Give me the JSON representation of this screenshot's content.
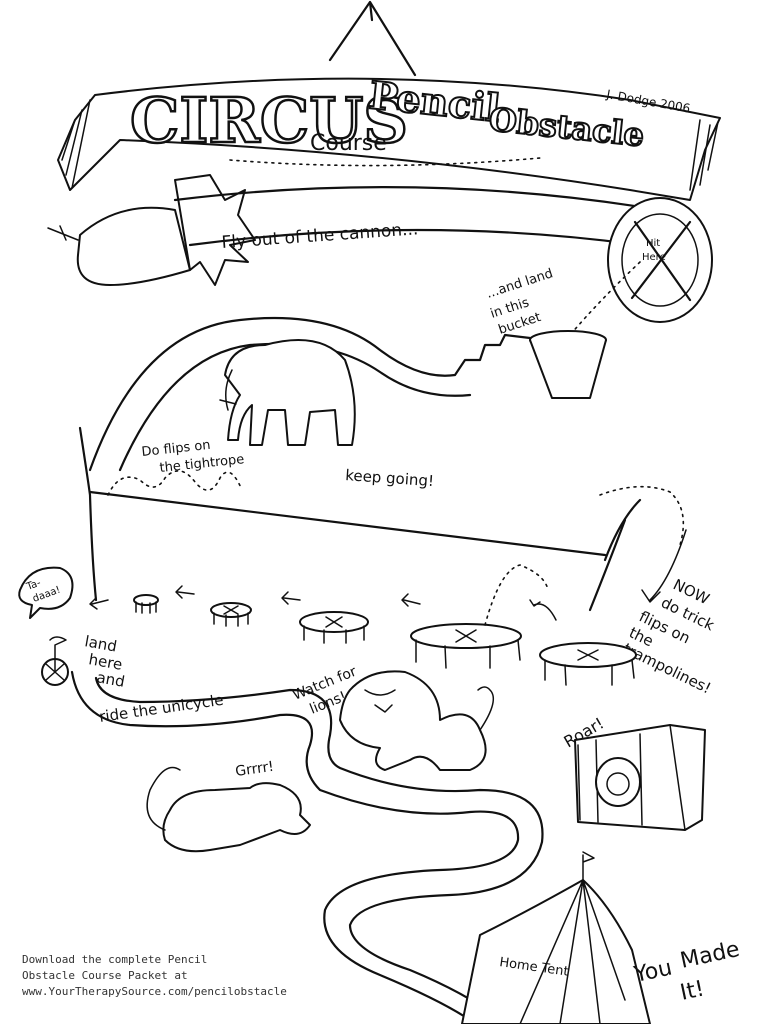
{
  "title": {
    "word1": "CIRCUS",
    "word2": "Pencil",
    "word3": "Obstacle",
    "word4": "Course",
    "author": "J. Dodge 2006"
  },
  "labels": {
    "cannon": "Fly out of the cannon...",
    "target_1": "Hit",
    "target_2": "Here",
    "bucket_1": "...and land",
    "bucket_2": "in this",
    "bucket_3": "bucket",
    "flips_1": "Do flips on",
    "flips_2": "the tightrope",
    "keep_going": "keep going!",
    "tramp_1": "NOW",
    "tramp_2": "do trick",
    "tramp_3": "flips on",
    "tramp_4": "the",
    "tramp_5": "trampolines!",
    "tada_1": "Ta-",
    "tada_2": "daaa!",
    "land_1": "land",
    "land_2": "here",
    "land_3": "and",
    "unicycle": "ride the unicycle",
    "watch_1": "Watch for",
    "watch_2": "lions!",
    "grrr": "Grrrr!",
    "roar": "Roar!",
    "home_tent": "Home Tent",
    "made_1": "You",
    "made_2": "Made",
    "made_3": "It!"
  },
  "footer": {
    "line1": "Download the complete Pencil",
    "line2": "Obstacle Course Packet at",
    "line3": "www.YourTherapySource.com/pencilobstacle"
  }
}
